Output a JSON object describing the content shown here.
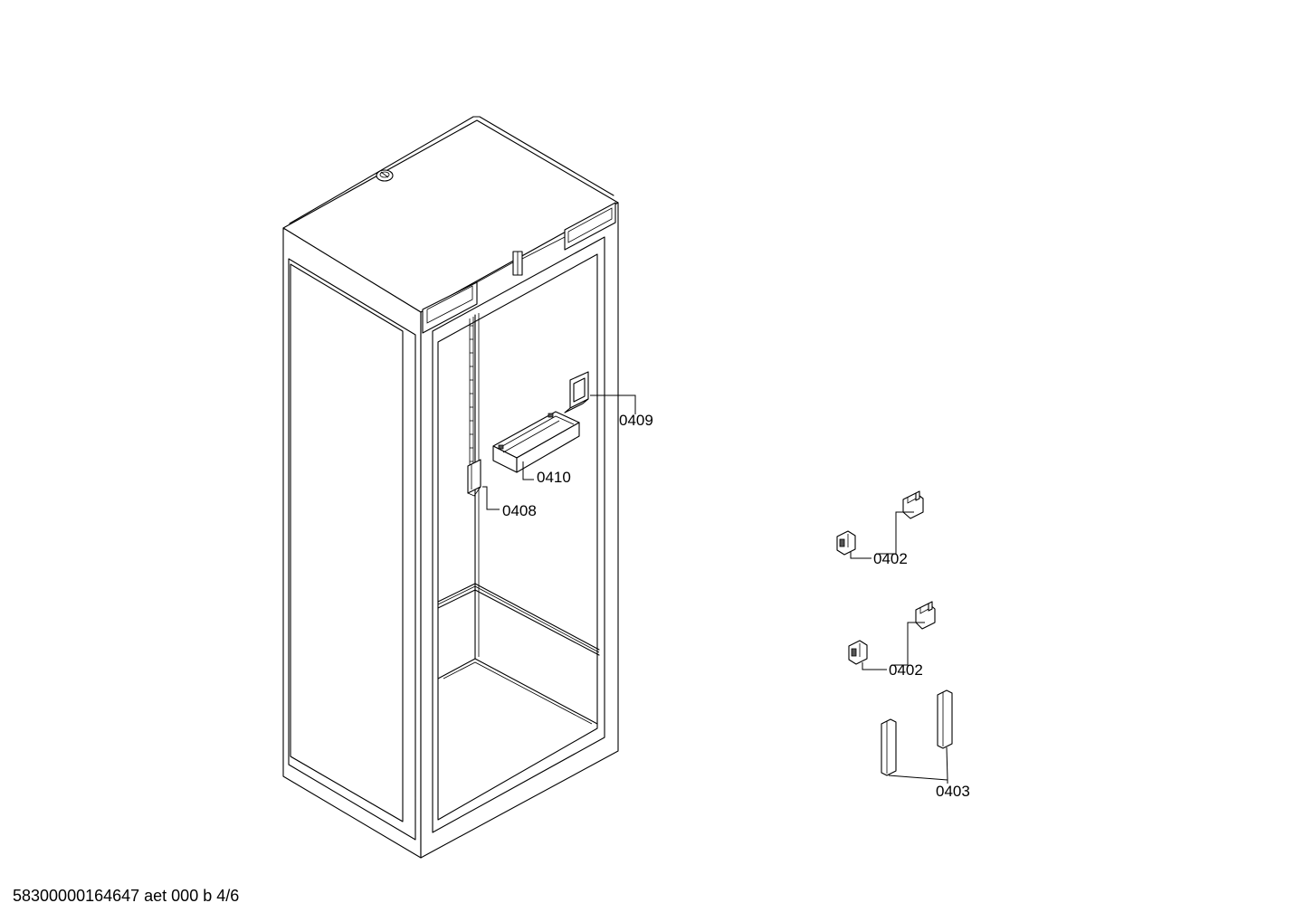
{
  "callouts": {
    "c0409": "0409",
    "c0410": "0410",
    "c0408": "0408",
    "c0402_a": "0402",
    "c0402_b": "0402",
    "c0403": "0403"
  },
  "footer": {
    "document_id": "58300000164647 aet 000 b 4/6"
  },
  "colors": {
    "line": "#000000",
    "background": "#ffffff",
    "part_shading": "#555555"
  }
}
